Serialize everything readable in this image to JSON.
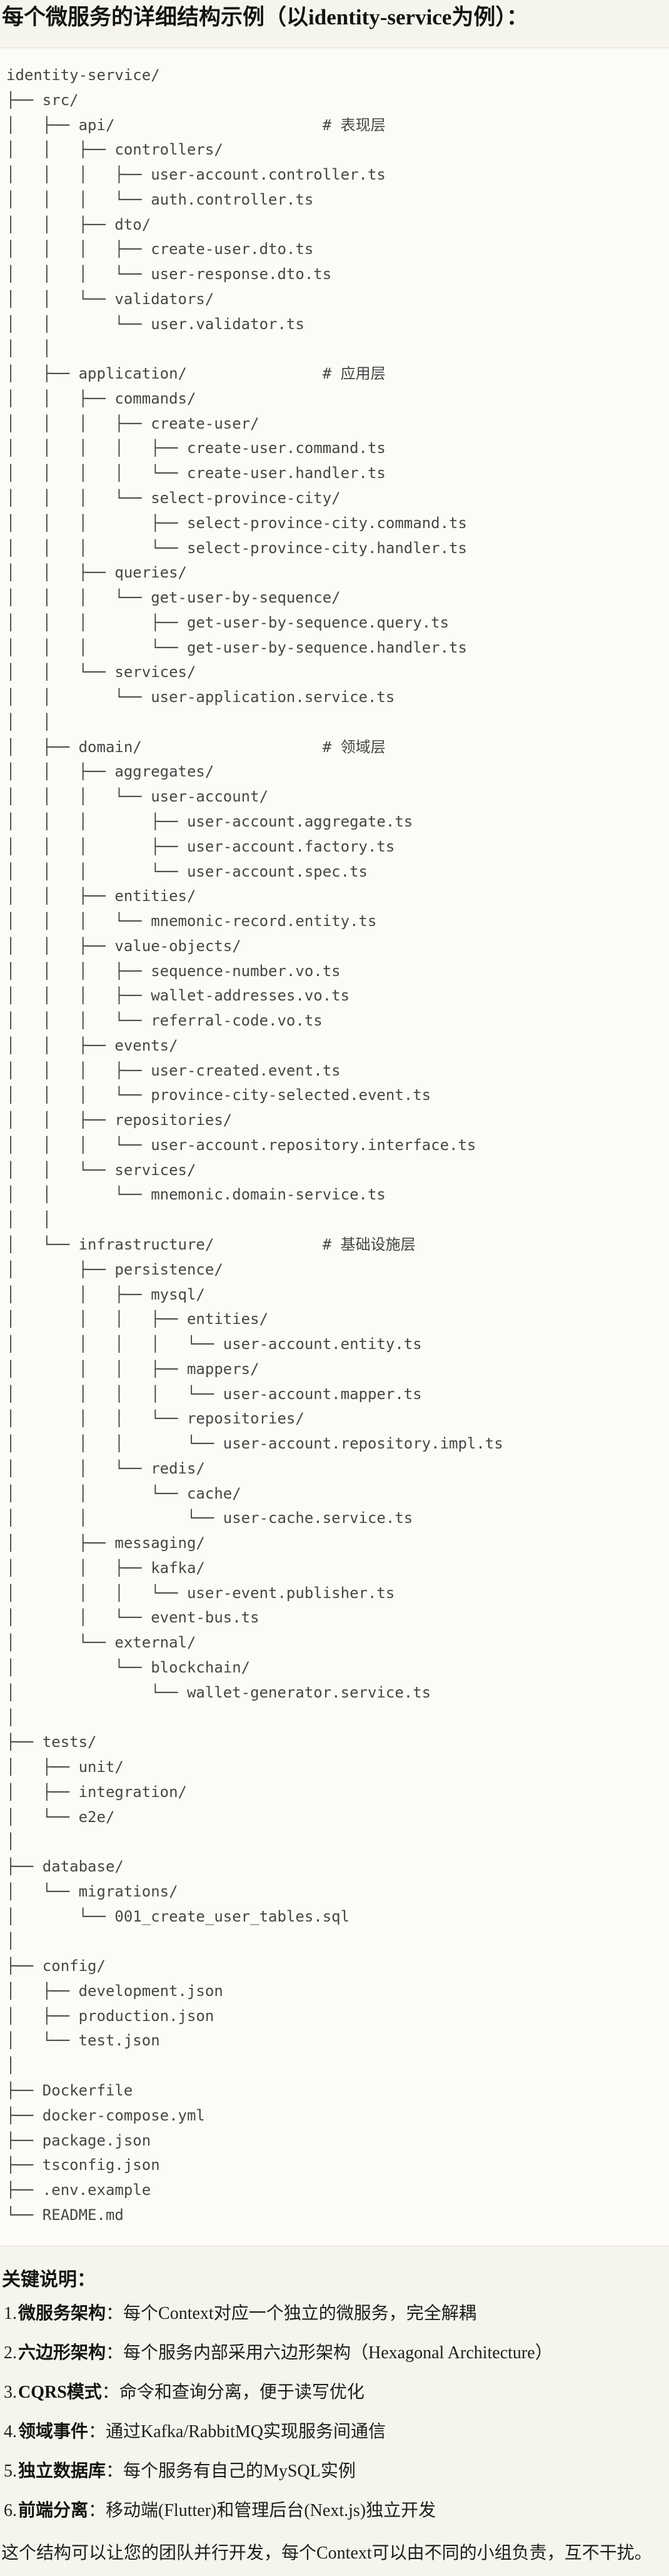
{
  "page": {
    "title": "每个微服务的详细结构示例（以identity-service为例）："
  },
  "colors": {
    "page_bg": "#f5f4ed",
    "code_bg": "#fcfbf7",
    "code_border": "#e7e4dc",
    "code_text": "#474645",
    "text": "#14130f"
  },
  "tree": {
    "lines": [
      "identity-service/",
      "├── src/",
      "│   ├── api/                       # 表现层",
      "│   │   ├── controllers/",
      "│   │   │   ├── user-account.controller.ts",
      "│   │   │   └── auth.controller.ts",
      "│   │   ├── dto/",
      "│   │   │   ├── create-user.dto.ts",
      "│   │   │   └── user-response.dto.ts",
      "│   │   └── validators/",
      "│   │       └── user.validator.ts",
      "│   │",
      "│   ├── application/               # 应用层",
      "│   │   ├── commands/",
      "│   │   │   ├── create-user/",
      "│   │   │   │   ├── create-user.command.ts",
      "│   │   │   │   └── create-user.handler.ts",
      "│   │   │   └── select-province-city/",
      "│   │   │       ├── select-province-city.command.ts",
      "│   │   │       └── select-province-city.handler.ts",
      "│   │   ├── queries/",
      "│   │   │   └── get-user-by-sequence/",
      "│   │   │       ├── get-user-by-sequence.query.ts",
      "│   │   │       └── get-user-by-sequence.handler.ts",
      "│   │   └── services/",
      "│   │       └── user-application.service.ts",
      "│   │",
      "│   ├── domain/                    # 领域层",
      "│   │   ├── aggregates/",
      "│   │   │   └── user-account/",
      "│   │   │       ├── user-account.aggregate.ts",
      "│   │   │       ├── user-account.factory.ts",
      "│   │   │       └── user-account.spec.ts",
      "│   │   ├── entities/",
      "│   │   │   └── mnemonic-record.entity.ts",
      "│   │   ├── value-objects/",
      "│   │   │   ├── sequence-number.vo.ts",
      "│   │   │   ├── wallet-addresses.vo.ts",
      "│   │   │   └── referral-code.vo.ts",
      "│   │   ├── events/",
      "│   │   │   ├── user-created.event.ts",
      "│   │   │   └── province-city-selected.event.ts",
      "│   │   ├── repositories/",
      "│   │   │   └── user-account.repository.interface.ts",
      "│   │   └── services/",
      "│   │       └── mnemonic.domain-service.ts",
      "│   │",
      "│   └── infrastructure/            # 基础设施层",
      "│       ├── persistence/",
      "│       │   ├── mysql/",
      "│       │   │   ├── entities/",
      "│       │   │   │   └── user-account.entity.ts",
      "│       │   │   ├── mappers/",
      "│       │   │   │   └── user-account.mapper.ts",
      "│       │   │   └── repositories/",
      "│       │   │       └── user-account.repository.impl.ts",
      "│       │   └── redis/",
      "│       │       └── cache/",
      "│       │           └── user-cache.service.ts",
      "│       ├── messaging/",
      "│       │   ├── kafka/",
      "│       │   │   └── user-event.publisher.ts",
      "│       │   └── event-bus.ts",
      "│       └── external/",
      "│           └── blockchain/",
      "│               └── wallet-generator.service.ts",
      "│",
      "├── tests/",
      "│   ├── unit/",
      "│   ├── integration/",
      "│   └── e2e/",
      "│",
      "├── database/",
      "│   └── migrations/",
      "│       └── 001_create_user_tables.sql",
      "│",
      "├── config/",
      "│   ├── development.json",
      "│   ├── production.json",
      "│   └── test.json",
      "│",
      "├── Dockerfile",
      "├── docker-compose.yml",
      "├── package.json",
      "├── tsconfig.json",
      "├── .env.example",
      "└── README.md"
    ]
  },
  "notes": {
    "heading": "关键说明：",
    "items": [
      {
        "num": "1.",
        "label": "微服务架构",
        "colon": "：",
        "text": "每个Context对应一个独立的微服务，完全解耦"
      },
      {
        "num": "2.",
        "label": "六边形架构",
        "colon": "：",
        "text": "每个服务内部采用六边形架构（Hexagonal Architecture）"
      },
      {
        "num": "3.",
        "label": "CQRS模式",
        "colon": "：",
        "text": "命令和查询分离，便于读写优化"
      },
      {
        "num": "4.",
        "label": "领域事件",
        "colon": "：",
        "text": "通过Kafka/RabbitMQ实现服务间通信"
      },
      {
        "num": "5.",
        "label": "独立数据库",
        "colon": "：",
        "text": "每个服务有自己的MySQL实例"
      },
      {
        "num": "6.",
        "label": "前端分离",
        "colon": "：",
        "text": "移动端(Flutter)和管理后台(Next.js)独立开发"
      }
    ],
    "footer": "这个结构可以让您的团队并行开发，每个Context可以由不同的小组负责，互不干扰。"
  }
}
